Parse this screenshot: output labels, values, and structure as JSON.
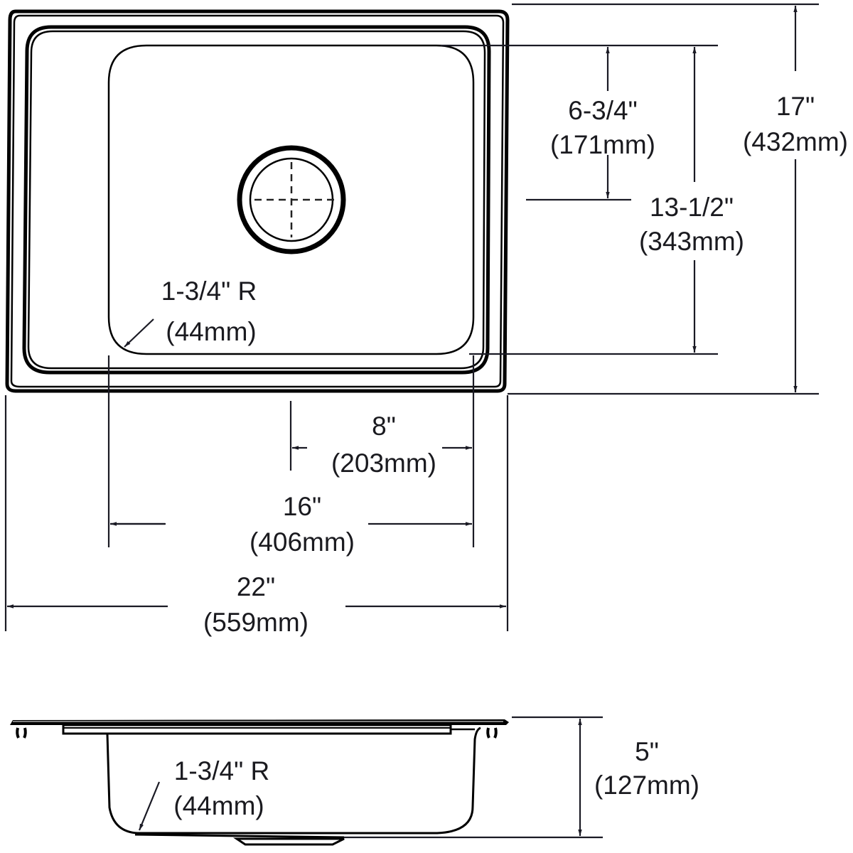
{
  "drawing": {
    "title": "Sink dimension drawing - top and side views",
    "colors": {
      "line": "#000000",
      "dimension": "#1a1a24",
      "background": "#ffffff"
    }
  },
  "top_view": {
    "dimensions": {
      "overall_width": {
        "imperial": "22\"",
        "metric": "(559mm)"
      },
      "bowl_width": {
        "imperial": "16\"",
        "metric": "(406mm)"
      },
      "drain_to_edge": {
        "imperial": "8\"",
        "metric": "(203mm)"
      },
      "overall_depth": {
        "imperial": "17\"",
        "metric": "(432mm)"
      },
      "bowl_depth": {
        "imperial": "13-1/2\"",
        "metric": "(343mm)"
      },
      "drain_from_back": {
        "imperial": "6-3/4\"",
        "metric": "(171mm)"
      },
      "corner_radius": {
        "imperial": "1-3/4\" R",
        "metric": "(44mm)"
      }
    }
  },
  "side_view": {
    "dimensions": {
      "bowl_height": {
        "imperial": "5\"",
        "metric": "(127mm)"
      },
      "corner_radius": {
        "imperial": "1-3/4\" R",
        "metric": "(44mm)"
      }
    }
  }
}
